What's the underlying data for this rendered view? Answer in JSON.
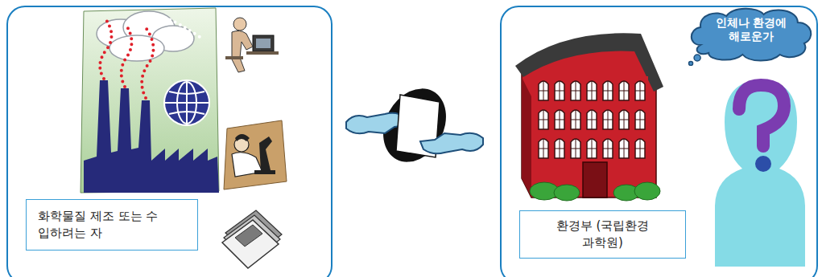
{
  "diagram": {
    "nodes": [
      {
        "text": [
          "화학물질 제조 또는 수입하려는 자"
        ]
      },
      {
        "text": [
          "환경부 (국립환경과학원)"
        ]
      },
      {
        "text": [
          "인체나 환경에 해로운가"
        ]
      }
    ]
  }
}
